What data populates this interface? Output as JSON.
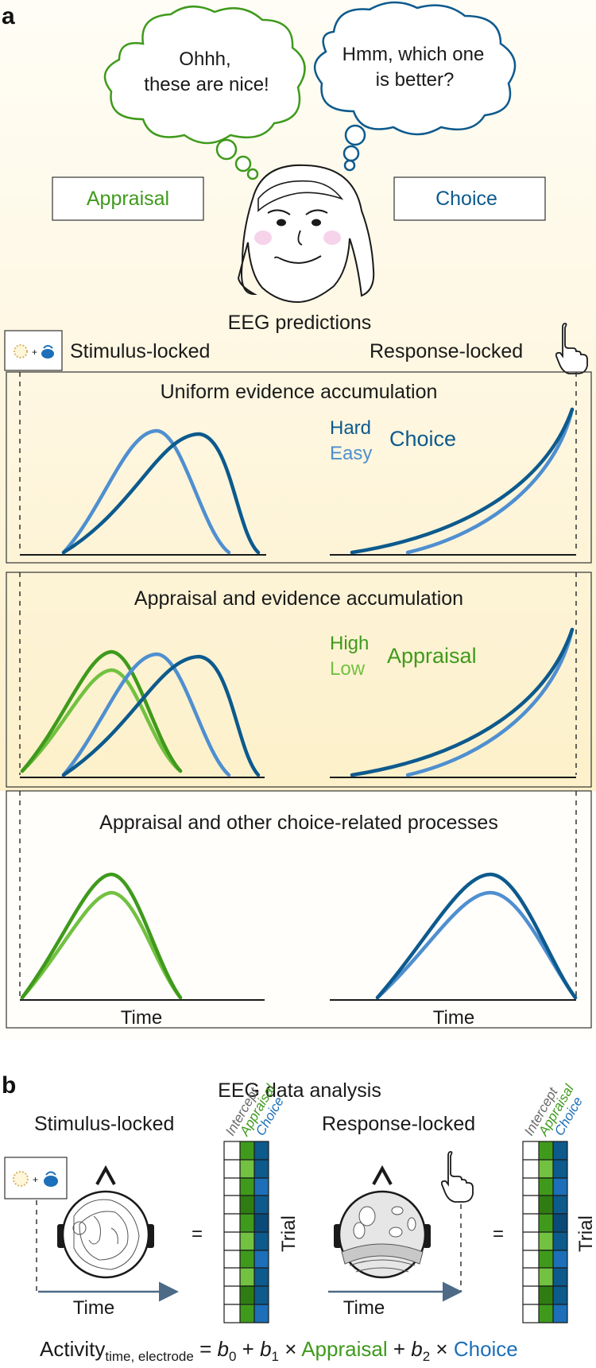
{
  "colors": {
    "green_dark": "#3f9a1c",
    "green_light": "#72c141",
    "blue_dark": "#0d5a8d",
    "blue_light": "#4f8fd0",
    "gradient_top": "#fffdf6",
    "gradient_bottom": "#fdf1c8",
    "text": "#1a1a1a"
  },
  "panel_a": {
    "label": "a",
    "thought_left": [
      "Ohhh,",
      "these are nice!"
    ],
    "thought_right": [
      "Hmm, which one",
      "is better?"
    ],
    "box_appraisal": "Appraisal",
    "box_choice": "Choice",
    "section_title": "EEG predictions",
    "stimulus_locked": "Stimulus-locked",
    "response_locked": "Response-locked",
    "rows": [
      {
        "title": "Uniform evidence accumulation",
        "legend_top": "Hard",
        "legend_bottom": "Easy",
        "legend_label": "Choice"
      },
      {
        "title": "Appraisal and evidence accumulation",
        "legend_top": "High",
        "legend_bottom": "Low",
        "legend_label": "Appraisal"
      },
      {
        "title": "Appraisal and other choice-related processes"
      }
    ],
    "xlabel_left": "Time",
    "xlabel_right": "Time"
  },
  "panel_b": {
    "label": "b",
    "title": "EEG data analysis",
    "stimulus_locked": "Stimulus-locked",
    "response_locked": "Response-locked",
    "equals": "=",
    "col_intercept": "Intercept",
    "col_appraisal": "Appraisal",
    "col_choice": "Choice",
    "trial_label": "Trial",
    "time_left": "Time",
    "time_right": "Time",
    "equation": {
      "activity": "Activity",
      "subscript": "time, electrode",
      "eq": " = ",
      "b0": "b",
      "b0_sub": "0",
      "plus1": " + ",
      "b1": "b",
      "b1_sub": "1",
      "times1": " × ",
      "appraisal": "Appraisal",
      "plus2": " + ",
      "b2": "b",
      "b2_sub": "2",
      "times2": " × ",
      "choice": "Choice"
    }
  }
}
